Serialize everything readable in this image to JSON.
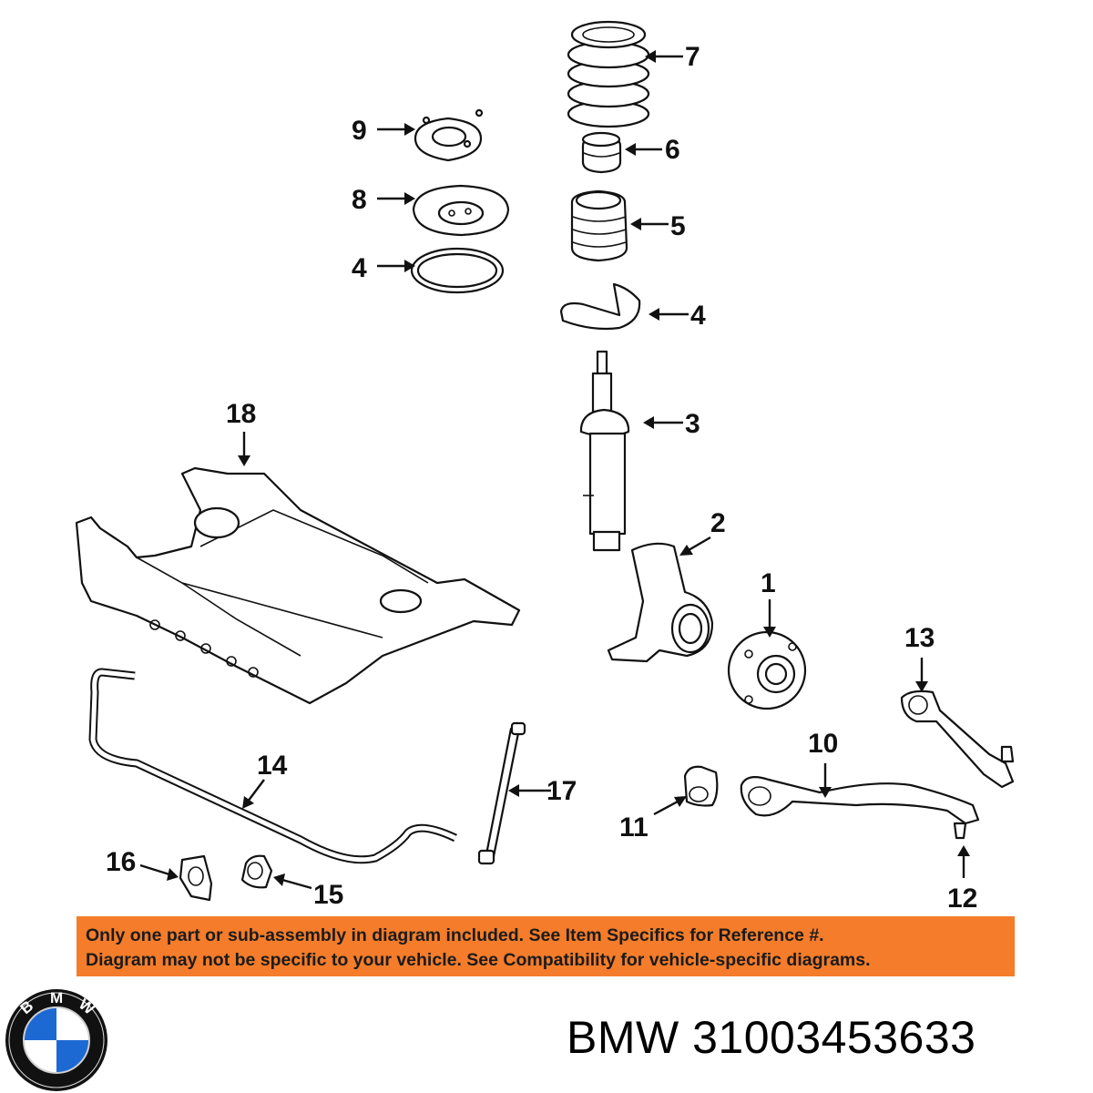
{
  "callouts": {
    "c1": "1",
    "c2": "2",
    "c3": "3",
    "c4a": "4",
    "c4b": "4",
    "c5": "5",
    "c6": "6",
    "c7": "7",
    "c8": "8",
    "c9": "9",
    "c10": "10",
    "c11": "11",
    "c12": "12",
    "c13": "13",
    "c14": "14",
    "c15": "15",
    "c16": "16",
    "c17": "17",
    "c18": "18"
  },
  "notice": {
    "line1": "Only one part or sub-assembly in diagram included. See Item Specifics for Reference #.",
    "line2": "Diagram may not be specific to your vehicle. See Compatibility for vehicle-specific diagrams.",
    "background": "#f47c2a"
  },
  "logo": {
    "letters": [
      "B",
      "M",
      "W"
    ],
    "blue": "#1c69d4",
    "ring": "#111111"
  },
  "footer": {
    "label": "BMW 31003453633"
  }
}
